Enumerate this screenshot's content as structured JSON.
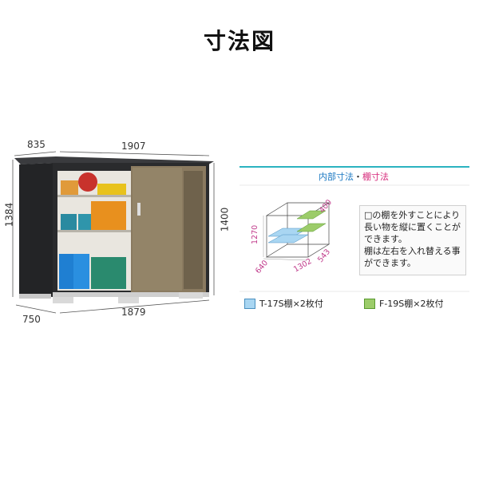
{
  "title": "寸法図",
  "dimensions": {
    "top_depth": "835",
    "top_width": "1907",
    "left_height": "1384",
    "right_height": "1400",
    "bottom_depth": "750",
    "bottom_width": "1879"
  },
  "panel": {
    "heading_internal": "内部寸法",
    "heading_separator": "・",
    "heading_shelf": "棚寸法",
    "dim_height": "1270",
    "dim_depth": "640",
    "dim_width": "1302",
    "dim_shelf_width": "543",
    "dim_shelf_depth": "400"
  },
  "note": {
    "lines": [
      "□の棚を外すことにより",
      "長い物を縦に置くことが",
      "できます。",
      "棚は左右を入れ替える事",
      "ができます。"
    ]
  },
  "legend": [
    {
      "label": "T-17S棚×2枚付",
      "color": "#a9d6f2"
    },
    {
      "label": "F-19S棚×2枚付",
      "color": "#9ccc6a"
    }
  ],
  "colors": {
    "accent_line": "#2bb3c0",
    "heading_internal": "#1a78c2",
    "heading_shelf": "#d6287a",
    "body_dark": "#2a2b2d",
    "door_bronze": "#8a7a60"
  }
}
